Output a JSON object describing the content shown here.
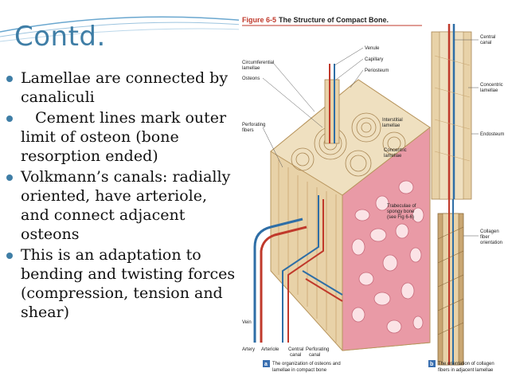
{
  "slide": {
    "title": "Contd.",
    "bullets": [
      "Lamellae are connected by  canaliculi",
      "   Cement lines mark outer  limit of osteon (bone  resorption ended)",
      "Volkmann’s canals: radially  oriented, have arteriole, and  connect adjacent osteons",
      "This is an adaptation to bending and twisting forces  (compression, tension and  shear)"
    ]
  },
  "figure": {
    "heading_num": "Figure 6-5",
    "heading_text": "The Structure of Compact Bone.",
    "labels": {
      "venule": "Venule",
      "capillary": "Capillary",
      "periosteum": "Periosteum",
      "circ1": "Circumferential",
      "circ2": "lamellae",
      "osteons": "Osteons",
      "perf1": "Perforating",
      "perf2": "fibers",
      "inter1": "Interstitial",
      "inter2": "lamellae",
      "conc1": "Concentric",
      "conc2": "lamellae",
      "trab1": "Trabeculae of",
      "trab2": "spongy bone",
      "trab3": "(see Fig 6-6)",
      "vein": "Vein",
      "artery": "Artery",
      "arteriole": "Arteriole",
      "central1": "Central",
      "central2": "canal",
      "perfc1": "Perforating",
      "perfc2": "canal",
      "rc1": "Central",
      "rc2": "canal",
      "rconc1": "Concentric",
      "rconc2": "lamellae",
      "endosteum": "Endosteum",
      "coll1": "Collagen",
      "coll2": "fiber",
      "coll3": "orientation"
    },
    "caption_a_letter": "a",
    "caption_a_1": "The organization of osteons and",
    "caption_a_2": "lamellae in compact bone",
    "caption_b_letter": "b",
    "caption_b_1": "The orientation of collagen",
    "caption_b_2": "fibers in adjacent lamellae"
  },
  "colors": {
    "title": "#3f7ea6",
    "bullet": "#3f7ea6",
    "bone": "#e8d2a8",
    "spongy": "#e99aa6",
    "artery": "#c0392b",
    "vein": "#2e6ea6",
    "caption_box": "#3a6fb0"
  }
}
